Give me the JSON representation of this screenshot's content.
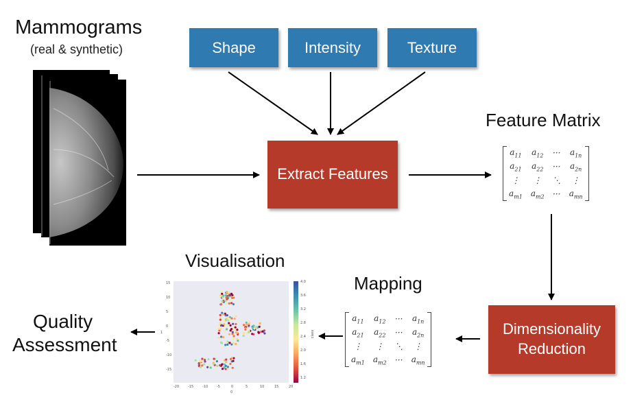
{
  "mammograms": {
    "title": "Mammograms",
    "subtitle": "(real & synthetic)"
  },
  "feature_boxes": {
    "shape": "Shape",
    "intensity": "Intensity",
    "texture": "Texture"
  },
  "extract": {
    "label": "Extract Features"
  },
  "feature_matrix": {
    "title": "Feature Matrix"
  },
  "dimred": {
    "line1": "Dimensionality",
    "line2": "Reduction"
  },
  "mapping": {
    "title": "Mapping"
  },
  "visualisation": {
    "title": "Visualisation"
  },
  "quality": {
    "line1": "Quality",
    "line2": "Assessment"
  },
  "matrix_cells": [
    [
      "a11",
      "a12",
      "···",
      "a1n"
    ],
    [
      "a21",
      "a22",
      "···",
      "a2n"
    ],
    [
      "⋮",
      "⋮",
      "⋱",
      "⋮"
    ],
    [
      "am1",
      "am2",
      "···",
      "amn"
    ]
  ],
  "plot": {
    "x_ticks": [
      "-20",
      "-15",
      "-10",
      "-5",
      "0",
      "5",
      "10",
      "15",
      "20"
    ],
    "y_ticks": [
      "15",
      "10",
      "5",
      "0",
      "-5",
      "-10",
      "-15"
    ],
    "colorbar_ticks": [
      "4.0",
      "3.6",
      "3.2",
      "2.8",
      "2.4",
      "2.0",
      "1.6",
      "1.2"
    ],
    "xlabel": "0",
    "ylabel": "1",
    "colorbar_label": "class"
  },
  "colors": {
    "blue": "#2f7ab0",
    "red": "#b53a2a"
  }
}
